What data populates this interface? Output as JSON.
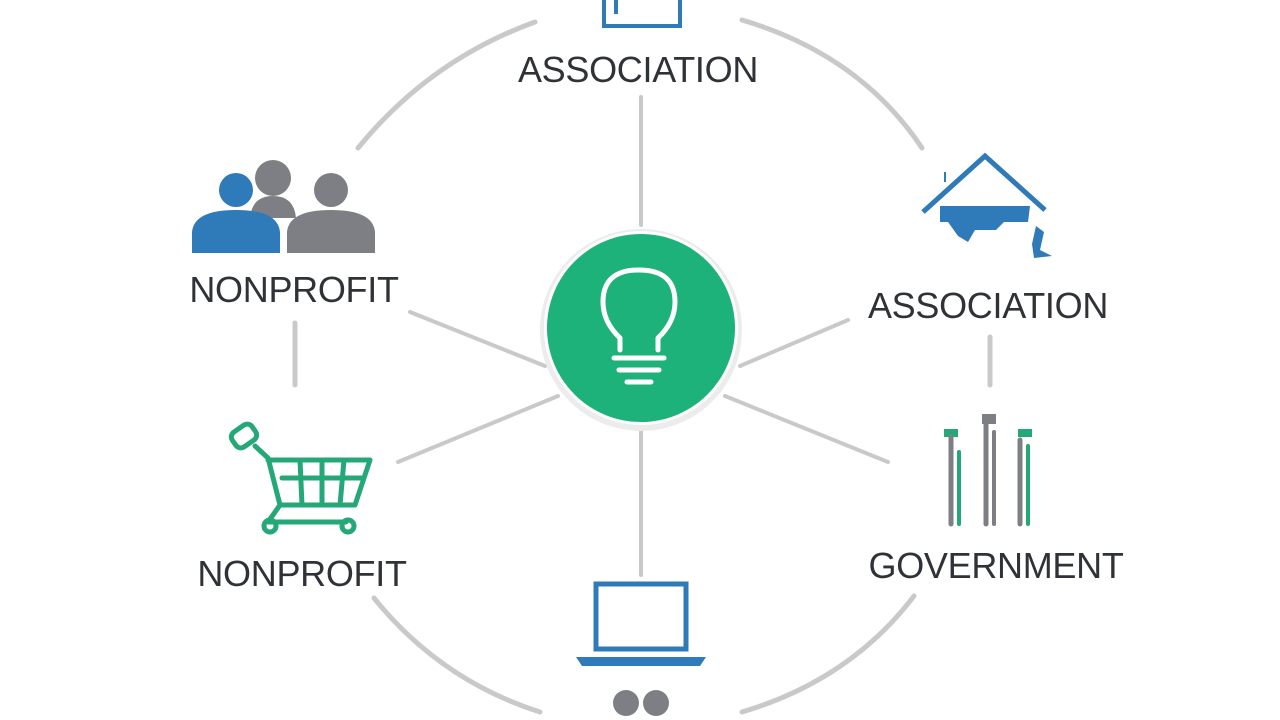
{
  "nodes": [
    {
      "id": "top",
      "label": "ASSOCIATION",
      "icon": "document-icon"
    },
    {
      "id": "upper-left",
      "label": "NONPROFIT",
      "icon": "people-group-icon"
    },
    {
      "id": "upper-right",
      "label": "ASSOCIATION",
      "icon": "house-icon"
    },
    {
      "id": "lower-left",
      "label": "NONPROFIT",
      "icon": "shopping-cart-icon"
    },
    {
      "id": "lower-right",
      "label": "GOVERNMENT",
      "icon": "columns-icon"
    },
    {
      "id": "bottom",
      "label": "",
      "icon": "laptop-icon"
    }
  ],
  "center": {
    "icon": "lightbulb-icon"
  },
  "colors": {
    "center_fill": "#1db27a",
    "blue": "#2f7ab8",
    "gray": "#7d7f84",
    "green": "#25a877",
    "line": "#c9c9c9",
    "text": "#2f3236"
  }
}
